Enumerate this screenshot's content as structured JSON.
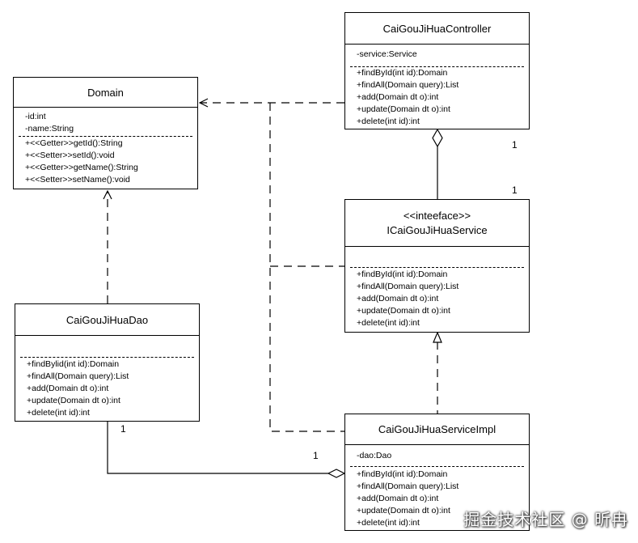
{
  "classes": {
    "controller": {
      "name": "CaiGouJiHuaController",
      "attributes": [
        "-service:Service"
      ],
      "operations": [
        "+findById(int id):Domain",
        "+findAll(Domain query):List",
        "+add(Domain dt o):int",
        "+update(Domain dt o):int",
        "+delete(int id):int"
      ]
    },
    "domain": {
      "name": "Domain",
      "attributes": [
        "-id:int",
        "-name:String"
      ],
      "operations": [
        "+<<Getter>>getId():String",
        "+<<Setter>>setId():void",
        "+<<Getter>>getName():String",
        "+<<Setter>>setName():void"
      ]
    },
    "service": {
      "stereotype": "<<inteeface>>",
      "name": "ICaiGouJiHuaService",
      "attributes": [],
      "operations": [
        "+findById(int id):Domain",
        "+findAll(Domain query):List",
        "+add(Domain dt o):int",
        "+update(Domain dt o):int",
        "+delete(int id):int"
      ]
    },
    "dao": {
      "name": "CaiGouJiHuaDao",
      "attributes": [],
      "operations": [
        "+findBylid(int id):Domain",
        "+findAll(Domain query):List",
        "+add(Domain dt o):int",
        "+update(Domain dt o):int",
        "+delete(int id):int"
      ]
    },
    "impl": {
      "name": "CaiGouJiHuaServiceImpl",
      "attributes": [
        "-dao:Dao"
      ],
      "operations": [
        "+findById(int id):Domain",
        "+findAll(Domain query):List",
        "+add(Domain dt o):int",
        "+update(Domain dt o):int",
        "+delete(int id):int"
      ]
    }
  },
  "multiplicities": {
    "controller_service_top": "1",
    "controller_service_bottom": "1",
    "dao_impl_left": "1",
    "dao_impl_right": "1"
  },
  "watermark": "掘金技术社区 @ 昕冉"
}
